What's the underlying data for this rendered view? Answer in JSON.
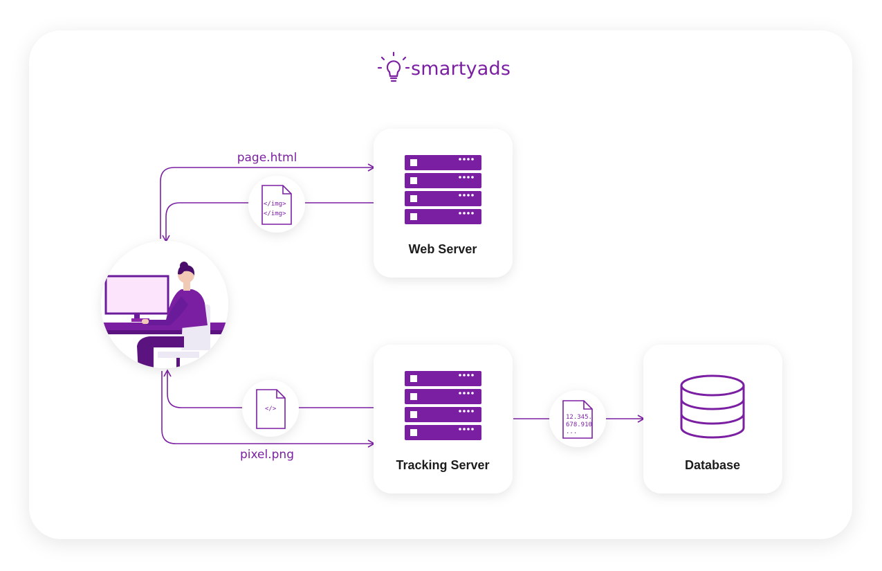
{
  "brand": {
    "name": "smartyads",
    "icon": "lightbulb-icon"
  },
  "colors": {
    "accent": "#7b1fa2",
    "text": "#1c1c1c",
    "light_purple": "#fce4fc"
  },
  "nodes": {
    "web_server": {
      "label": "Web Server",
      "icon": "server-rack-icon"
    },
    "tracking_server": {
      "label": "Tracking Server",
      "icon": "server-rack-icon"
    },
    "database": {
      "label": "Database",
      "icon": "database-icon"
    },
    "user": {
      "icon": "user-at-computer-icon"
    }
  },
  "edges": {
    "page_request": {
      "label": "page.html"
    },
    "pixel_request": {
      "label": "pixel.png"
    }
  },
  "files": {
    "img_tags": {
      "lines": [
        "</img>",
        "</img>"
      ],
      "icon": "code-file-icon"
    },
    "code": {
      "text": "</>",
      "icon": "code-file-icon"
    },
    "data": {
      "lines": [
        "12.345.",
        "678.910",
        "..."
      ],
      "icon": "data-file-icon"
    }
  }
}
